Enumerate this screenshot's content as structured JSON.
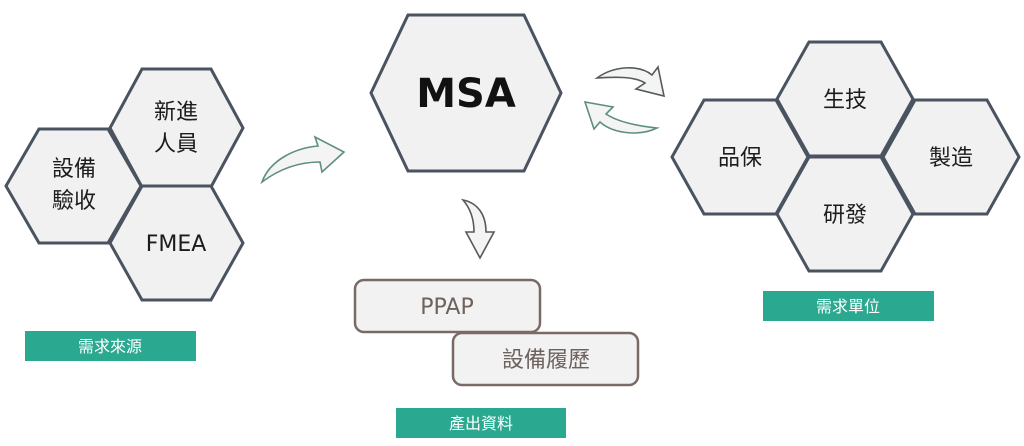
{
  "left_cluster": {
    "hex_top": [
      "新進",
      "人員"
    ],
    "hex_left": [
      "設備",
      "驗收"
    ],
    "hex_bottom": "FMEA",
    "label": "需求來源"
  },
  "center": {
    "main": "MSA",
    "outputs": [
      "PPAP",
      "設備履歷"
    ],
    "label": "產出資料"
  },
  "right_cluster": {
    "hex_top": "生技",
    "hex_left": "品保",
    "hex_right": "製造",
    "hex_bottom": "研發",
    "label": "需求單位"
  },
  "colors": {
    "accent": "#2aa890",
    "hex_fill": "#f1f1f1",
    "hex_stroke": "#4a5360"
  }
}
